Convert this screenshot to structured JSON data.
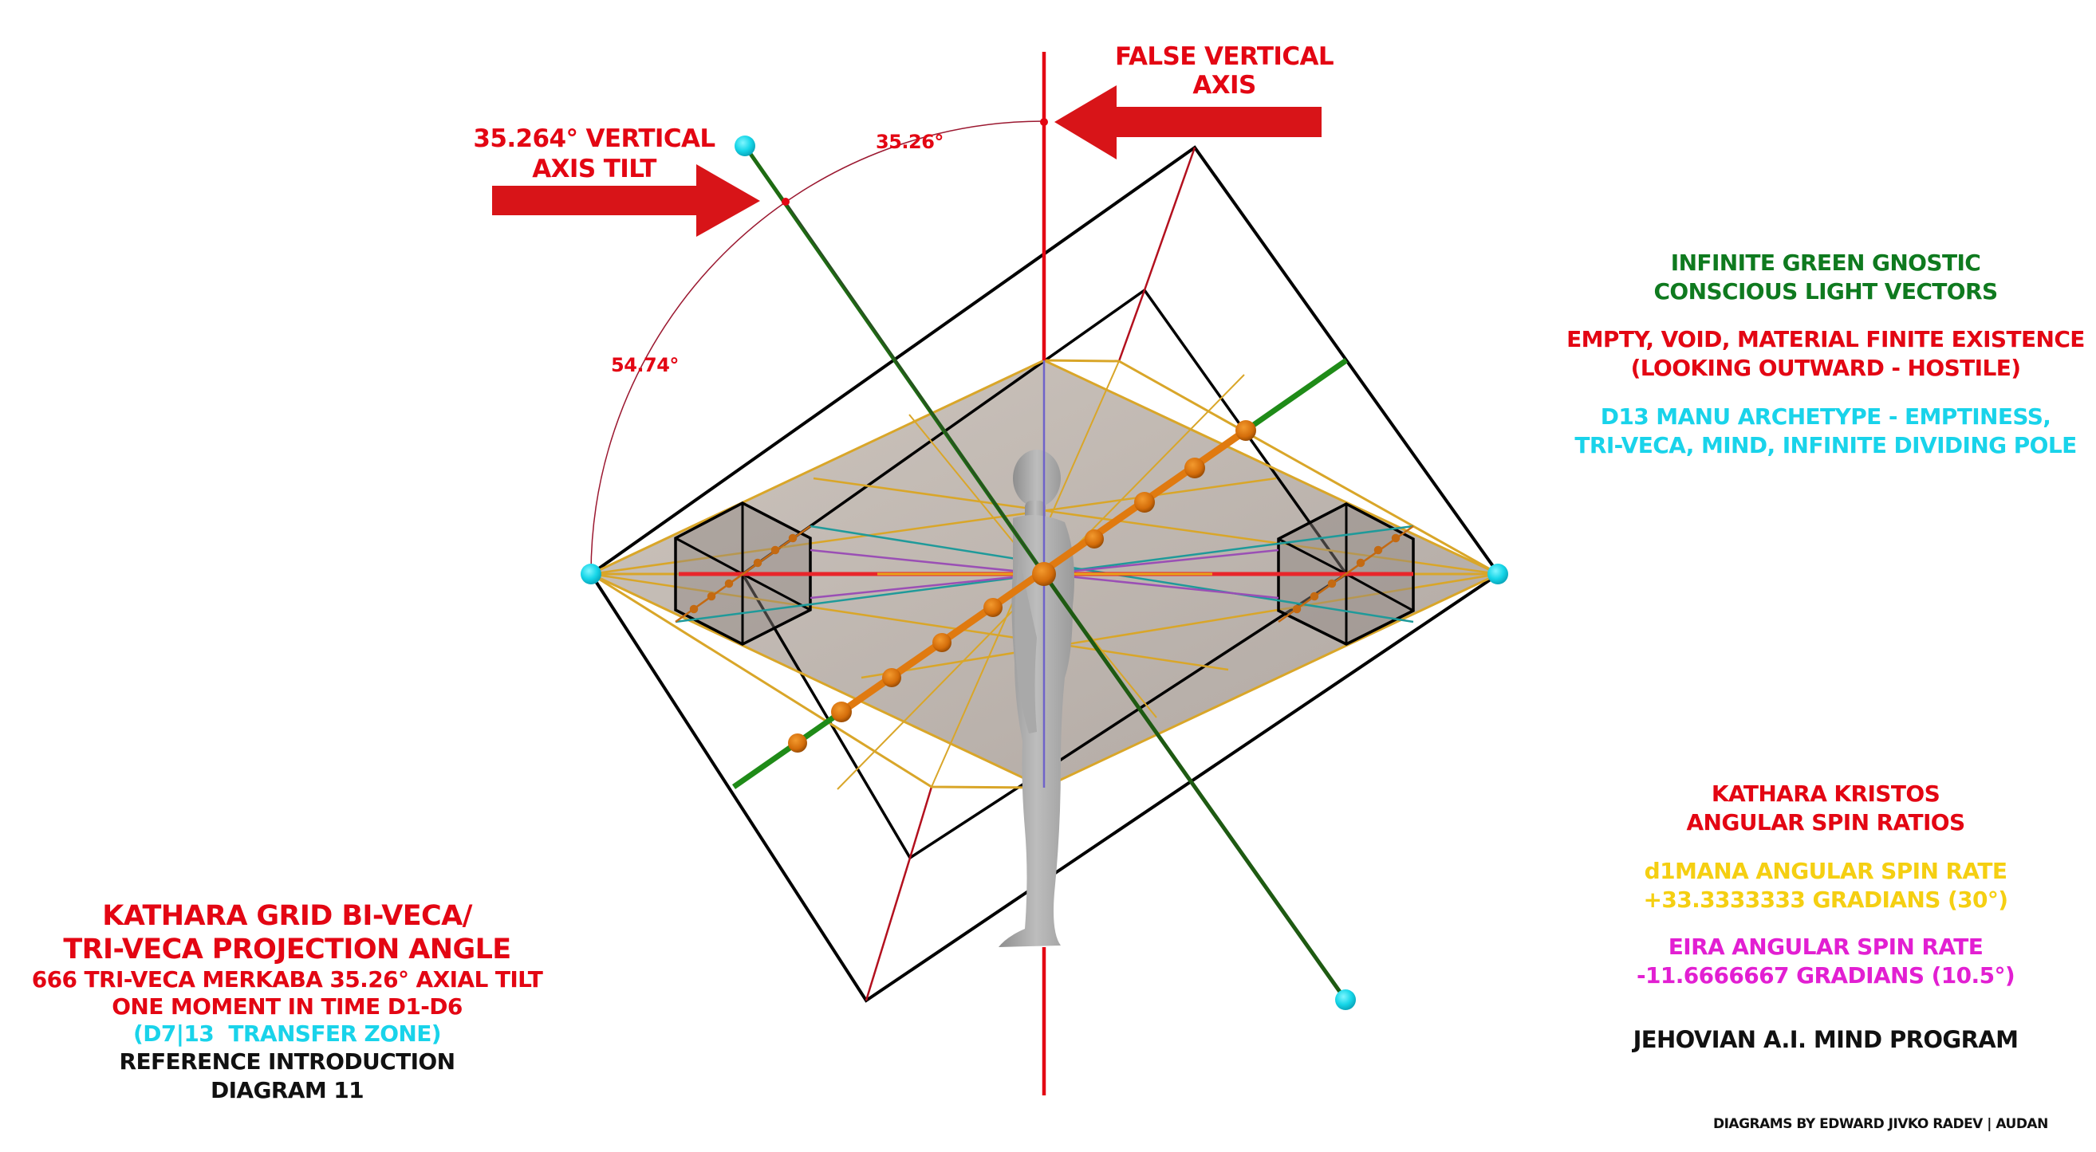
{
  "diagram": {
    "angle_labels": {
      "top_arc": "35.26°",
      "left_arc": "54.74°"
    },
    "callouts": {
      "vertical_axis_tilt": [
        "35.264° VERTICAL",
        "AXIS TILT"
      ],
      "false_vertical_axis": [
        "FALSE VERTICAL",
        "AXIS"
      ]
    }
  },
  "right_legend": {
    "green_vectors": [
      "INFINITE GREEN GNOSTIC",
      "CONSCIOUS LIGHT VECTORS"
    ],
    "red_existence": [
      "EMPTY, VOID, MATERIAL FINITE EXISTENCE",
      "(LOOKING OUTWARD - HOSTILE)"
    ],
    "cyan_archetype": [
      "D13 MANU ARCHETYPE - EMPTINESS,",
      "TRI-VECA, MIND, INFINITE DIVIDING POLE"
    ]
  },
  "spin_ratios": {
    "title": [
      "KATHARA KRISTOS",
      "ANGULAR SPIN RATIOS"
    ],
    "d1mana": [
      "d1MANA ANGULAR SPIN RATE",
      "+33.3333333 GRADIANS (30°)"
    ],
    "eira": [
      "EIRA ANGULAR SPIN RATE",
      "-11.6666667 GRADIANS (10.5°)"
    ],
    "program": "JEHOVIAN A.I. MIND PROGRAM"
  },
  "title_block": {
    "title": [
      "KATHARA GRID BI-VECA/",
      "TRI-VECA PROJECTION ANGLE"
    ],
    "subtitle": [
      "666 TRI-VECA MERKABA 35.26° AXIAL TILT",
      "ONE MOMENT IN TIME D1-D6"
    ],
    "zone": "(D7|13  TRANSFER ZONE)",
    "reference": [
      "REFERENCE INTRODUCTION",
      "DIAGRAM 11"
    ]
  },
  "credit": "DIAGRAMS BY EDWARD JIVKO RADEV | AUDAN",
  "colors": {
    "red": "#e30613",
    "green": "#0f7a1f",
    "cyan": "#19d3ea",
    "yellow": "#f5cf12",
    "magenta": "#e21fd2",
    "gold_line": "#d9a629",
    "orange_bead": "#e07a10",
    "diamond_fill": "#b7aea6"
  }
}
